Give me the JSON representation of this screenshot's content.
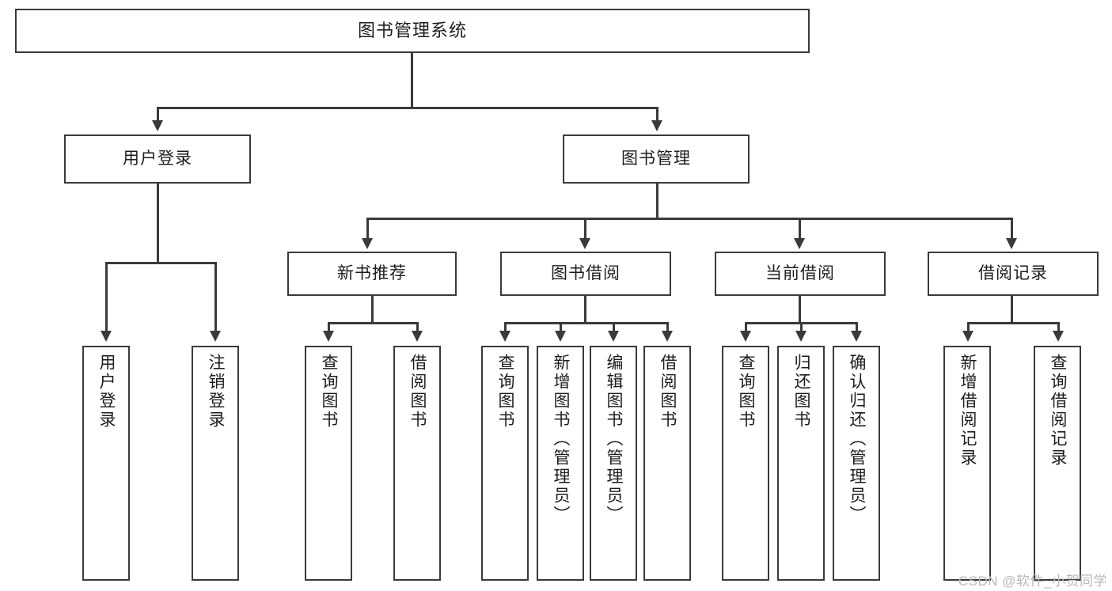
{
  "diagram": {
    "title_node": {
      "label": "图书管理系统"
    },
    "level2": [
      {
        "label": "用户登录"
      },
      {
        "label": "图书管理"
      }
    ],
    "level3": [
      {
        "label": "新书推荐"
      },
      {
        "label": "图书借阅"
      },
      {
        "label": "当前借阅"
      },
      {
        "label": "借阅记录"
      }
    ],
    "leaves": {
      "user_login": [
        {
          "label": "用户登录"
        },
        {
          "label": "注销登录"
        }
      ],
      "new_book_recommend": [
        {
          "label": "查询图书"
        },
        {
          "label": "借阅图书"
        }
      ],
      "book_borrow": [
        {
          "label": "查询图书"
        },
        {
          "label": "新增图书（管理员）"
        },
        {
          "label": "编辑图书（管理员）"
        },
        {
          "label": "借阅图书"
        }
      ],
      "current_borrow": [
        {
          "label": "查询图书"
        },
        {
          "label": "归还图书"
        },
        {
          "label": "确认归还（管理员）"
        }
      ],
      "borrow_record": [
        {
          "label": "新增借阅记录"
        },
        {
          "label": "查询借阅记录"
        }
      ]
    },
    "watermark": "CSDN @软件_小贺同学",
    "colors": {
      "stroke": "#3a3a3a",
      "fill": "#ffffff",
      "text": "#1d1d1d",
      "watermark": "#b9b9b9"
    }
  }
}
